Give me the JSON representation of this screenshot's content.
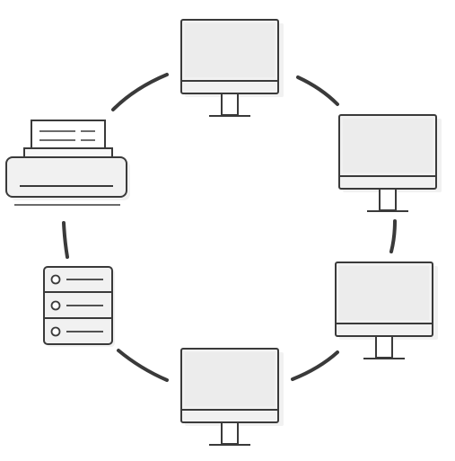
{
  "diagram": {
    "type": "ring-network-topology",
    "nodes": [
      {
        "id": "monitor-top",
        "icon": "monitor-icon"
      },
      {
        "id": "monitor-upper-right",
        "icon": "monitor-icon"
      },
      {
        "id": "monitor-lower-right",
        "icon": "monitor-icon"
      },
      {
        "id": "monitor-bottom",
        "icon": "monitor-icon"
      },
      {
        "id": "server",
        "icon": "server-rack-icon"
      },
      {
        "id": "printer",
        "icon": "printer-icon"
      }
    ],
    "connections": [
      [
        "monitor-top",
        "monitor-upper-right"
      ],
      [
        "monitor-upper-right",
        "monitor-lower-right"
      ],
      [
        "monitor-lower-right",
        "monitor-bottom"
      ],
      [
        "monitor-bottom",
        "server"
      ],
      [
        "server",
        "printer"
      ],
      [
        "printer",
        "monitor-top"
      ]
    ],
    "colors": {
      "stroke": "#3a3a3a",
      "fill": "#f1f1f1",
      "screen": "#ededed",
      "shadow": "#e6e6e6"
    }
  }
}
